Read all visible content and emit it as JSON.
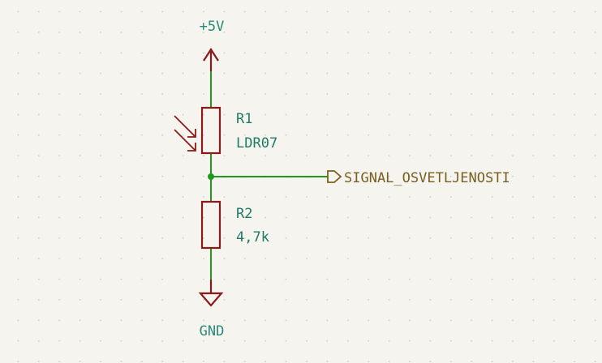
{
  "schematic": {
    "power": {
      "label": "+5V"
    },
    "ground": {
      "label": "GND"
    },
    "r1": {
      "ref": "R1",
      "value": "LDR07"
    },
    "r2": {
      "ref": "R2",
      "value": "4,7k"
    },
    "net_label": "SIGNAL_OSVETLJENOSTI"
  },
  "colors": {
    "background": "#f5f4ef",
    "grid_dot": "#c9c9c2",
    "wire": "#1f9a1f",
    "component": "#8a1a1a",
    "power_text": "#2a8a7a",
    "ref_text": "#1f7a68",
    "net_label": "#7a6020"
  }
}
